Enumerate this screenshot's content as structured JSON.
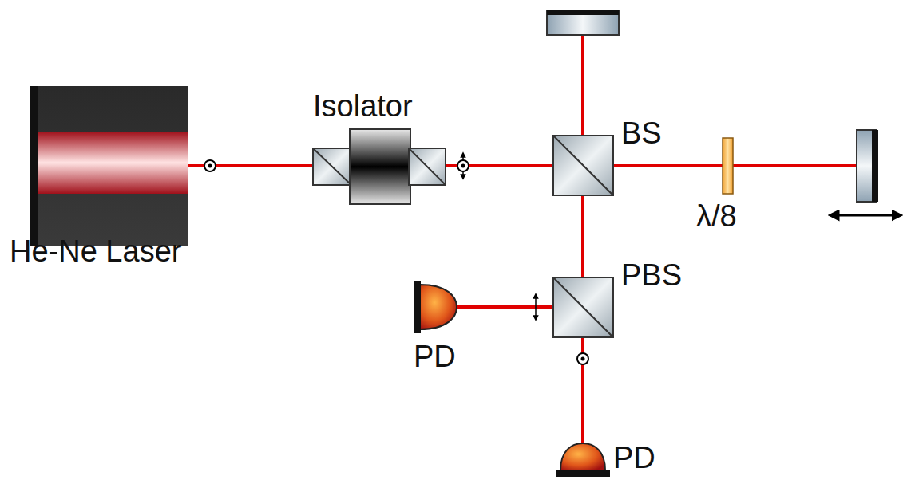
{
  "diagram": {
    "labels": [
      "Isolator",
      "He-Ne Laser",
      "BS",
      "λ/8",
      "PBS",
      "PD",
      "PD"
    ]
  }
}
